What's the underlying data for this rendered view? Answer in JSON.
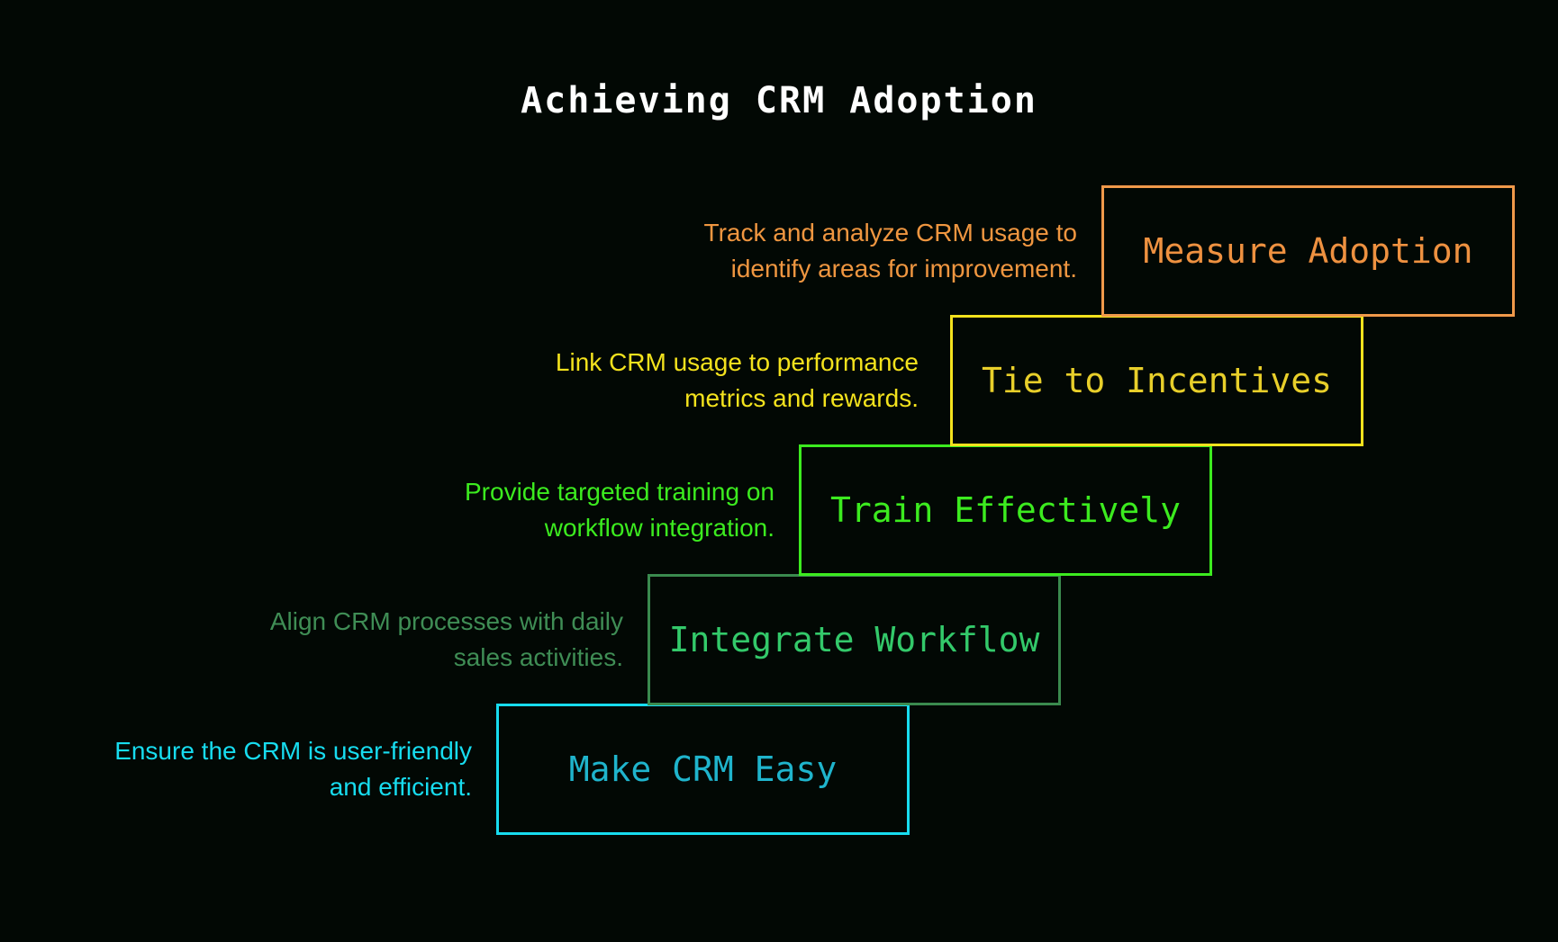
{
  "title": "Achieving CRM Adoption",
  "steps": [
    {
      "label": "Make CRM Easy",
      "description_lines": [
        "Ensure the CRM is user-friendly",
        "and efficient."
      ],
      "border_color": "#17dcef",
      "label_color": "#1fb4cc",
      "text_color": "#17dcef"
    },
    {
      "label": "Integrate Workflow",
      "description_lines": [
        "Align CRM processes with daily",
        "sales activities."
      ],
      "border_color": "#3a8a4e",
      "label_color": "#33c96a",
      "text_color": "#3f8d55"
    },
    {
      "label": "Train Effectively",
      "description_lines": [
        "Provide targeted training on",
        "workflow integration."
      ],
      "border_color": "#3ceb1f",
      "label_color": "#3ceb1f",
      "text_color": "#3ceb1f"
    },
    {
      "label": "Tie to Incentives",
      "description_lines": [
        "Link CRM usage to performance",
        "metrics and rewards."
      ],
      "border_color": "#f3e21d",
      "label_color": "#e8cf2a",
      "text_color": "#f3e21d"
    },
    {
      "label": "Measure Adoption",
      "description_lines": [
        "Track and analyze CRM usage to",
        "identify areas for improvement."
      ],
      "border_color": "#f0994a",
      "label_color": "#ee9140",
      "text_color": "#ef9640"
    }
  ],
  "colors": {
    "background": "#020804",
    "title": "#ffffff"
  }
}
